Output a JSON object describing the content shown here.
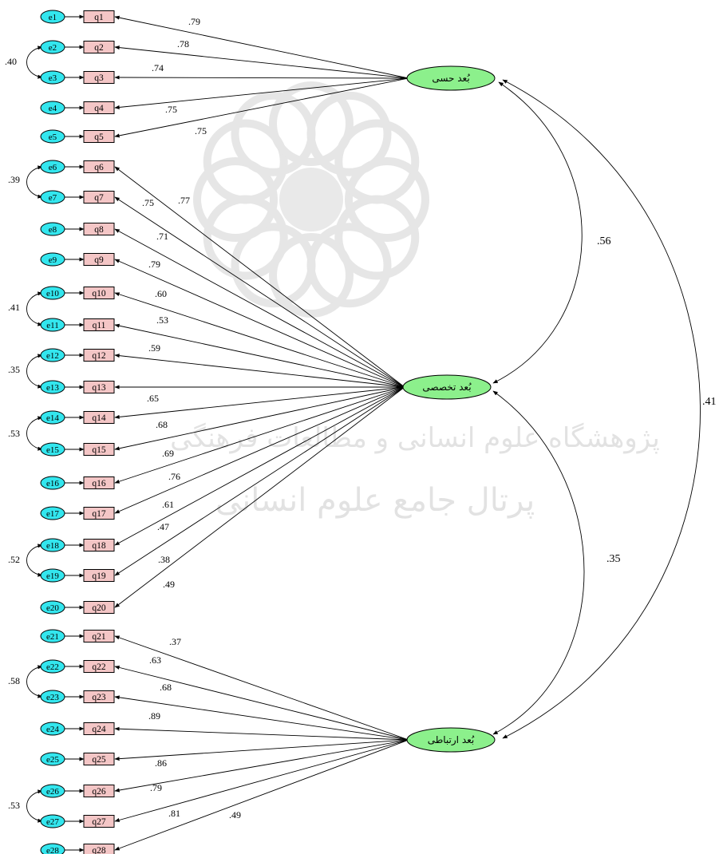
{
  "diagram": {
    "latents": [
      {
        "id": "L1",
        "label": "بُعد حسی"
      },
      {
        "id": "L2",
        "label": "بُعد تخصصی"
      },
      {
        "id": "L3",
        "label": "بُعد ارتباطی"
      }
    ],
    "items": [
      {
        "err": "e1",
        "obs": "q1",
        "factor": "L1",
        "loading": ".79"
      },
      {
        "err": "e2",
        "obs": "q2",
        "factor": "L1",
        "loading": ".78"
      },
      {
        "err": "e3",
        "obs": "q3",
        "factor": "L1",
        "loading": ".74"
      },
      {
        "err": "e4",
        "obs": "q4",
        "factor": "L1",
        "loading": ".75"
      },
      {
        "err": "e5",
        "obs": "q5",
        "factor": "L1",
        "loading": ".75"
      },
      {
        "err": "e6",
        "obs": "q6",
        "factor": "L2",
        "loading": ".77"
      },
      {
        "err": "e7",
        "obs": "q7",
        "factor": "L2",
        "loading": ".75"
      },
      {
        "err": "e8",
        "obs": "q8",
        "factor": "L2",
        "loading": ".71"
      },
      {
        "err": "e9",
        "obs": "q9",
        "factor": "L2",
        "loading": ".79"
      },
      {
        "err": "e10",
        "obs": "q10",
        "factor": "L2",
        "loading": ".60"
      },
      {
        "err": "e11",
        "obs": "q11",
        "factor": "L2",
        "loading": ".53"
      },
      {
        "err": "e12",
        "obs": "q12",
        "factor": "L2",
        "loading": ".59"
      },
      {
        "err": "e13",
        "obs": "q13",
        "factor": "L2",
        "loading": ""
      },
      {
        "err": "e14",
        "obs": "q14",
        "factor": "L2",
        "loading": ".65"
      },
      {
        "err": "e15",
        "obs": "q15",
        "factor": "L2",
        "loading": ".68"
      },
      {
        "err": "e16",
        "obs": "q16",
        "factor": "L2",
        "loading": ".69"
      },
      {
        "err": "e17",
        "obs": "q17",
        "factor": "L2",
        "loading": ".76"
      },
      {
        "err": "e18",
        "obs": "q18",
        "factor": "L2",
        "loading": ".61"
      },
      {
        "err": "e19",
        "obs": "q19",
        "factor": "L2",
        "loading": ".47"
      },
      {
        "err": "e20",
        "obs": "q20",
        "factor": "L2",
        "loading": ".38"
      },
      {
        "err": "e21",
        "obs": "q21",
        "factor": "L3",
        "loading": ".49"
      },
      {
        "err": "e22",
        "obs": "q22",
        "factor": "L3",
        "loading": ".37"
      },
      {
        "err": "e23",
        "obs": "q23",
        "factor": "L3",
        "loading": ".63"
      },
      {
        "err": "e24",
        "obs": "q24",
        "factor": "L3",
        "loading": ".68"
      },
      {
        "err": "e25",
        "obs": "q25",
        "factor": "L3",
        "loading": ".89"
      },
      {
        "err": "e26",
        "obs": "q26",
        "factor": "L3",
        "loading": ".86"
      },
      {
        "err": "e27",
        "obs": "q27",
        "factor": "L3",
        "loading": ".79"
      },
      {
        "err": "e28",
        "obs": "q28",
        "factor": "L3",
        "loading": ".81"
      }
    ],
    "extra_labels": [
      ".49"
    ],
    "error_covariances": [
      {
        "a": "e2",
        "b": "e3",
        "value": ".40"
      },
      {
        "a": "e6",
        "b": "e7",
        "value": ".39"
      },
      {
        "a": "e10",
        "b": "e11",
        "value": ".41"
      },
      {
        "a": "e12",
        "b": "e13",
        "value": ".35"
      },
      {
        "a": "e14",
        "b": "e15",
        "value": ".53"
      },
      {
        "a": "e18",
        "b": "e19",
        "value": ".52"
      },
      {
        "a": "e22",
        "b": "e23",
        "value": ".58"
      },
      {
        "a": "e26",
        "b": "e27",
        "value": ".53"
      }
    ],
    "factor_correlations": [
      {
        "a": "L1",
        "b": "L2",
        "value": ".56"
      },
      {
        "a": "L2",
        "b": "L3",
        "value": ".35"
      },
      {
        "a": "L1",
        "b": "L3",
        "value": ".41"
      }
    ]
  }
}
